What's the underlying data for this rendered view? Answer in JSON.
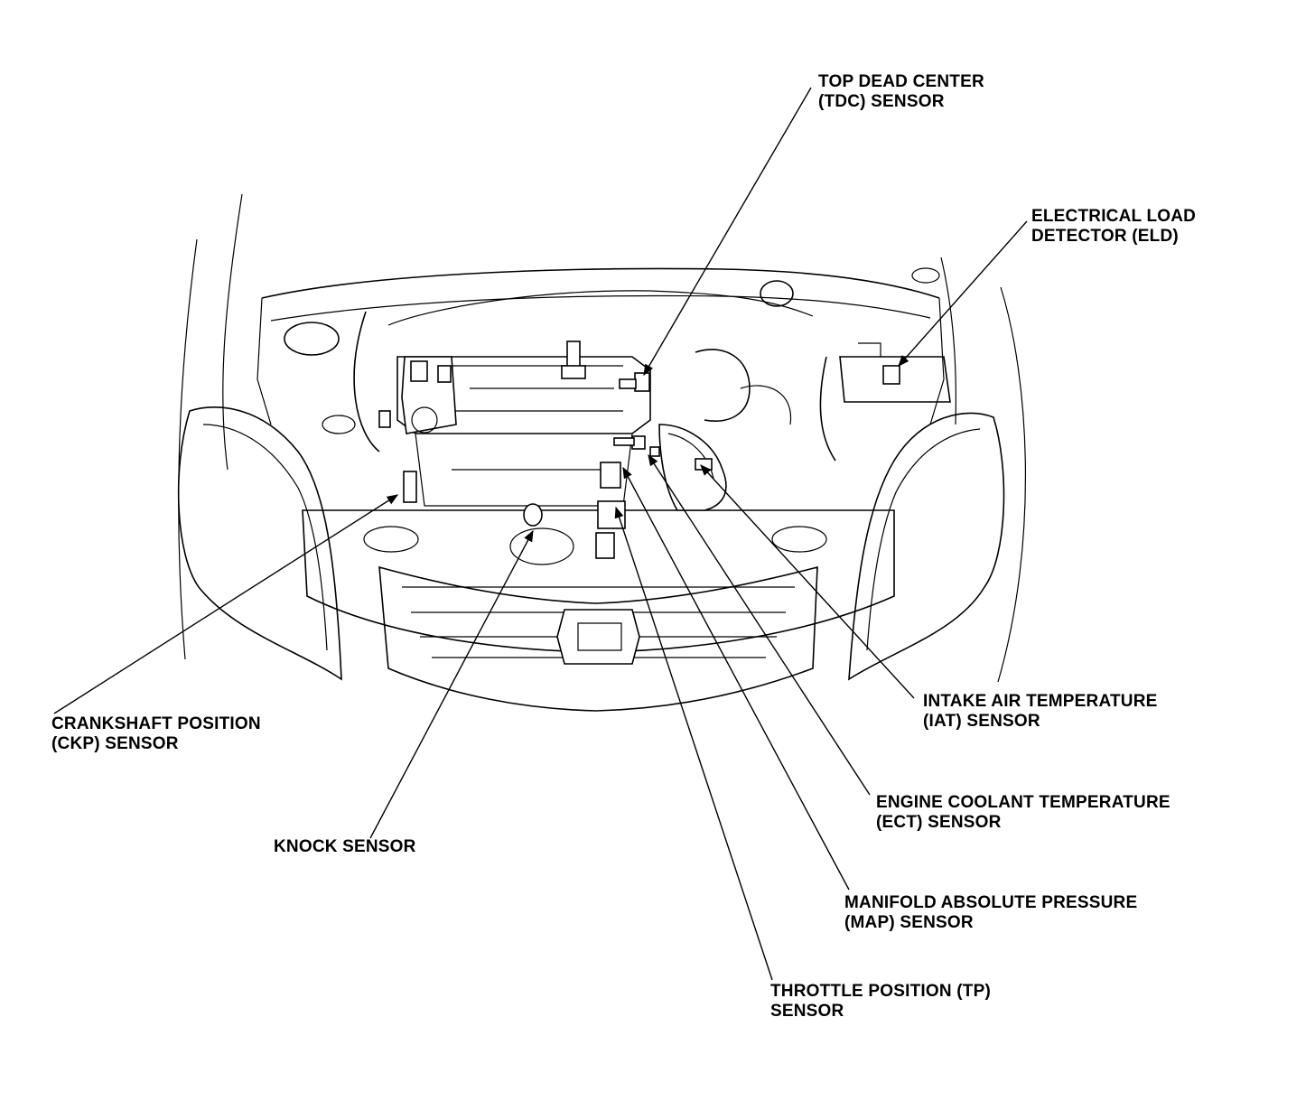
{
  "labels": {
    "tdc": {
      "line1": "TOP DEAD CENTER",
      "line2": "(TDC) SENSOR"
    },
    "eld": {
      "line1": "ELECTRICAL LOAD",
      "line2": "DETECTOR (ELD)"
    },
    "ckp": {
      "line1": "CRANKSHAFT POSITION",
      "line2": "(CKP) SENSOR"
    },
    "knock": {
      "line1": "KNOCK SENSOR"
    },
    "iat": {
      "line1": "INTAKE AIR TEMPERATURE",
      "line2": "(IAT) SENSOR"
    },
    "ect": {
      "line1": "ENGINE COOLANT TEMPERATURE",
      "line2": "(ECT) SENSOR"
    },
    "map": {
      "line1": "MANIFOLD ABSOLUTE PRESSURE",
      "line2": "(MAP) SENSOR"
    },
    "tp": {
      "line1": "THROTTLE POSITION (TP)",
      "line2": "SENSOR"
    }
  }
}
